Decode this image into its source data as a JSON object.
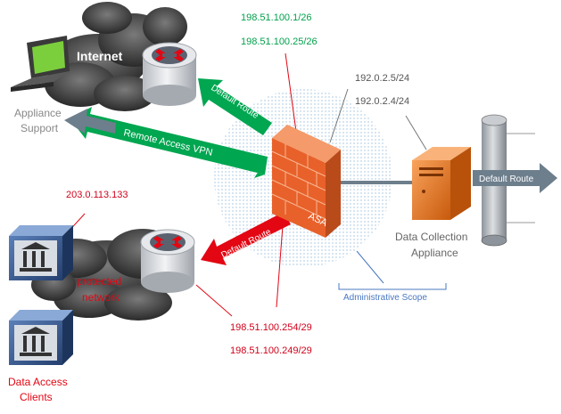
{
  "labels": {
    "internet": "Internet",
    "appliance_support": [
      "Appliance",
      "Support"
    ],
    "protected_network": [
      "protected",
      "network"
    ],
    "data_access_clients": [
      "Data Access",
      "Clients"
    ],
    "data_collection_appliance": [
      "Data Collection",
      "Appliance"
    ],
    "asa": "ASA",
    "administrative_scope": "Administrative Scope"
  },
  "addresses": {
    "top_ip_1": "198.51.100.1/26",
    "top_ip_2": "198.51.100.25/26",
    "right_ip_1": "192.0.2.5/24",
    "right_ip_2": "192.0.2.4/24",
    "left_ip": "203.0.113.133",
    "bottom_ip_1": "198.51.100.254/29",
    "bottom_ip_2": "198.51.100.249/29"
  },
  "arrows": {
    "default_route_top": "Default Route",
    "remote_access_vpn": "Remote Access VPN",
    "default_route_bottom": "Default Route",
    "default_route_right": "Default Route"
  },
  "colors": {
    "green": "#00a650",
    "red": "#e30613",
    "gray_arrow": "#6d7e8c",
    "green_text": "#00a14b",
    "red_text": "#d0021b",
    "orange": "#f47b20",
    "scope_blue": "#4a78c2"
  }
}
